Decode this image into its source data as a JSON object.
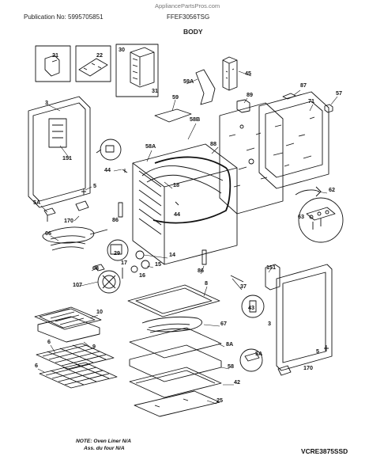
{
  "header": {
    "site": "AppliancePartsPros.com",
    "publication": "Publication No: 5995705851",
    "model": "FFEF3056TSG",
    "section_title": "BODY"
  },
  "callouts": [
    "21",
    "22",
    "30",
    "31",
    "45",
    "59A",
    "59",
    "87",
    "89",
    "71",
    "57",
    "3",
    "151",
    "5A",
    "5",
    "170",
    "58B",
    "88",
    "58A",
    "44",
    "18",
    "62",
    "63",
    "86",
    "44",
    "66",
    "68",
    "29",
    "14",
    "15",
    "17",
    "16",
    "107",
    "86",
    "151",
    "37",
    "8",
    "43",
    "3",
    "10",
    "9",
    "67",
    "8A",
    "5A",
    "6",
    "6",
    "58",
    "5",
    "170",
    "42",
    "25"
  ],
  "note": {
    "line1": "NOTE: Oven Liner N/A",
    "line2": "Ass. du four N/A"
  },
  "diagram_code": "VCRE3875SSD"
}
